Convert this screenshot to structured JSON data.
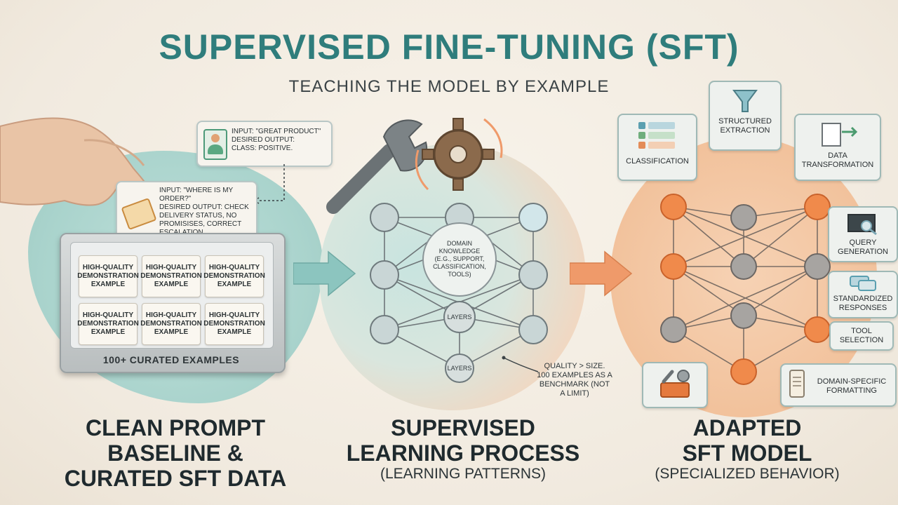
{
  "header": {
    "title": "SUPERVISED FINE-TUNING (SFT)",
    "subtitle": "TEACHING THE MODEL BY EXAMPLE"
  },
  "left": {
    "callout_top": {
      "input": "INPUT: \"GREAT PRODUCT\"",
      "output": "DESIRED OUTPUT:",
      "class": "CLASS: POSITIVE."
    },
    "callout_card": {
      "input": "INPUT: \"WHERE IS MY ORDER?\"",
      "output": "DESIRED OUTPUT: CHECK DELIVERY STATUS, NO PROMISISES, CORRECT ESCALATION."
    },
    "cards": [
      "HIGH-QUALITY DEMONSTRATION EXAMPLE",
      "HIGH-QUALITY DEMONSTRATION EXAMPLE",
      "HIGH-QUALITY DEMONSTRATION EXAMPLE",
      "HIGH-QUALITY DEMONSTRATION EXAMPLE",
      "HIGH-QUALITY DEMONSTRATION EXAMPLE",
      "HIGH-QUALITY DEMONSTRATION EXAMPLE"
    ],
    "tray_label": "100+ CURATED EXAMPLES",
    "section_title": [
      "CLEAN PROMPT",
      "BASELINE &",
      "CURATED SFT DATA"
    ]
  },
  "middle": {
    "domain_label": "DOMAIN KNOWLEDGE (e.g., SUPPORT, CLASSIFICATION, TOOLS)",
    "layers_1": "LAYERS",
    "layers_2": "LAYERS",
    "note": "QUALITY > SIZE. 100 EXAMPLES AS A BENCHMARK (NOT A LIMIT)",
    "section_title": [
      "SUPERVISED",
      "LEARNING PROCESS"
    ],
    "section_sub": "(LEARNING PATTERNS)"
  },
  "right": {
    "labels": {
      "classification": "CLASSIFICATION",
      "structured": "STRUCTURED EXTRACTION",
      "data_transform": "DATA TRANSFORMATION",
      "query": "QUERY GENERATION",
      "standardized": "STANDARDIZED RESPONSES",
      "tool": "TOOL SELECTION",
      "domain_format": "DOMAIN-SPECIFIC FORMATTING"
    },
    "section_title": [
      "ADAPTED",
      "SFT MODEL"
    ],
    "section_sub": "(SPECIALIZED BEHAVIOR)"
  },
  "colors": {
    "title_teal": "#2f7d7c",
    "teal_blob": "#a9d3cc",
    "peach_blob": "#f2c29c",
    "orange_node": "#f08a4b",
    "arrow_teal": "#8cc5bf",
    "arrow_orange": "#ef9a6a"
  }
}
